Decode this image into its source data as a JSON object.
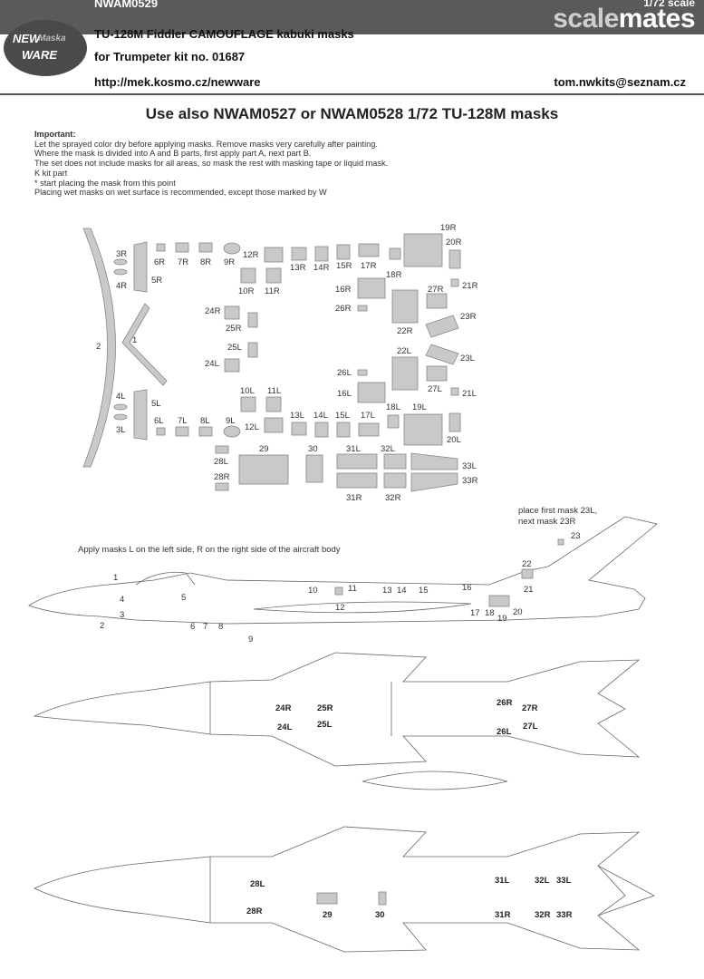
{
  "watermark": {
    "part_a": "scale",
    "part_b": "mates",
    "scale_text": "1/72 scale"
  },
  "logo": {
    "line1": "NEW",
    "line2": "Maska",
    "line3": "WARE"
  },
  "header": {
    "code": "NWAM0529",
    "product": "TU-128M Fiddler CAMOUFLAGE  kabuki masks",
    "kit": "for Trumpeter kit no. 01687",
    "url": "http://mek.kosmo.cz/newware",
    "email": "tom.nwkits@seznam.cz"
  },
  "title": "Use also NWAM0527 or NWAM0528 1/72 TU-128M masks",
  "notes": {
    "heading": "Important:",
    "lines": [
      "Let the sprayed color dry before applying masks. Remove masks very carefully after painting.",
      "Where the mask is divided into A and B parts, first apply part A, next part B.",
      "The set does not include masks for all areas, so mask the rest with masking tape or liquid mask.",
      "K kit part",
      "*  start placing the mask from this point",
      "Placing wet masks on wet surface is recommended, except those marked by W"
    ]
  },
  "colors": {
    "topbar": "#5a5a5a",
    "mask_fill": "#c9c9c9",
    "mask_stroke": "#888888"
  },
  "mask_labels": {
    "m1": "1",
    "m2": "2",
    "m3R": "3R",
    "m4R": "4R",
    "m5R": "5R",
    "m6R": "6R",
    "m7R": "7R",
    "m8R": "8R",
    "m9R": "9R",
    "m3L": "3L",
    "m4L": "4L",
    "m5L": "5L",
    "m6L": "6L",
    "m7L": "7L",
    "m8L": "8L",
    "m9L": "9L",
    "m10R": "10R",
    "m11R": "11R",
    "m12R": "12R",
    "m13R": "13R",
    "m14R": "14R",
    "m15R": "15R",
    "m16R": "16R",
    "m17R": "17R",
    "m18R": "18R",
    "m19R": "19R",
    "m20R": "20R",
    "m21R": "21R",
    "m22R": "22R",
    "m23R": "23R",
    "m24R": "24R",
    "m25R": "25R",
    "m26R": "26R",
    "m27R": "27R",
    "m28R": "28R",
    "m10L": "10L",
    "m11L": "11L",
    "m12L": "12L",
    "m13L": "13L",
    "m14L": "14L",
    "m15L": "15L",
    "m16L": "16L",
    "m17L": "17L",
    "m18L": "18L",
    "m19L": "19L",
    "m20L": "20L",
    "m21L": "21L",
    "m22L": "22L",
    "m23L": "23L",
    "m24L": "24L",
    "m25L": "25L",
    "m26L": "26L",
    "m27L": "27L",
    "m28L": "28L",
    "m29": "29",
    "m30": "30",
    "m31L": "31L",
    "m32L": "32L",
    "m33L": "33L",
    "m31R": "31R",
    "m32R": "32R",
    "m33R": "33R"
  },
  "side_view": {
    "caption": "Apply masks L on the left side, R on the right side of the aircraft body",
    "fin_note_1": "place first mask 23L,",
    "fin_note_2": "next mask 23R",
    "numbers": [
      "1",
      "2",
      "3",
      "4",
      "5",
      "6",
      "7",
      "8",
      "9",
      "10",
      "11",
      "12",
      "13",
      "14",
      "15",
      "16",
      "17",
      "18",
      "19",
      "20",
      "21",
      "22",
      "23"
    ]
  },
  "top_view": {
    "labels": [
      "24R",
      "24L",
      "25R",
      "25L",
      "26R",
      "26L",
      "27R",
      "27L"
    ]
  },
  "bottom_view": {
    "labels": [
      "28L",
      "28R",
      "29",
      "30",
      "31L",
      "32L",
      "33L",
      "31R",
      "32R",
      "33R"
    ]
  }
}
